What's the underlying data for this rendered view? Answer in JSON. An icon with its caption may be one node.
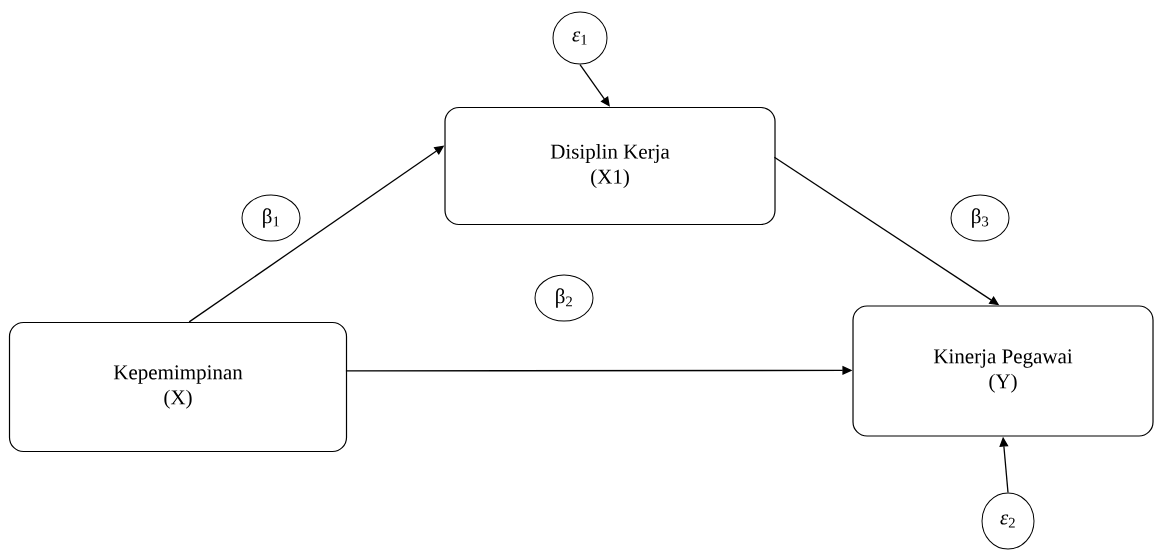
{
  "diagram": {
    "nodes": [
      {
        "text": [
          "*ε*$_{1}$"
        ]
      },
      {
        "text": [
          "Disiplin Kerja",
          "(X1)"
        ]
      },
      {
        "text": [
          "β$_{1}$"
        ]
      },
      {
        "text": [
          "β$_{3}$"
        ]
      },
      {
        "text": [
          "β$_{2}$"
        ]
      },
      {
        "text": [
          "Kepemimpinan",
          "(X)"
        ]
      },
      {
        "text": [
          "Kinerja Pegawai",
          "(Y)"
        ]
      },
      {
        "text": [
          "*ε*$_{2}$"
        ]
      }
    ],
    "edges": [
      {
        "from": 0,
        "to": 1,
        "arrow": "to"
      },
      {
        "from": 5,
        "to": 1,
        "arrow": "to"
      },
      {
        "from": 1,
        "to": 6,
        "arrow": "to"
      },
      {
        "from": 5,
        "to": 6,
        "arrow": "to"
      },
      {
        "from": 7,
        "to": 6,
        "arrow": "to"
      }
    ]
  }
}
